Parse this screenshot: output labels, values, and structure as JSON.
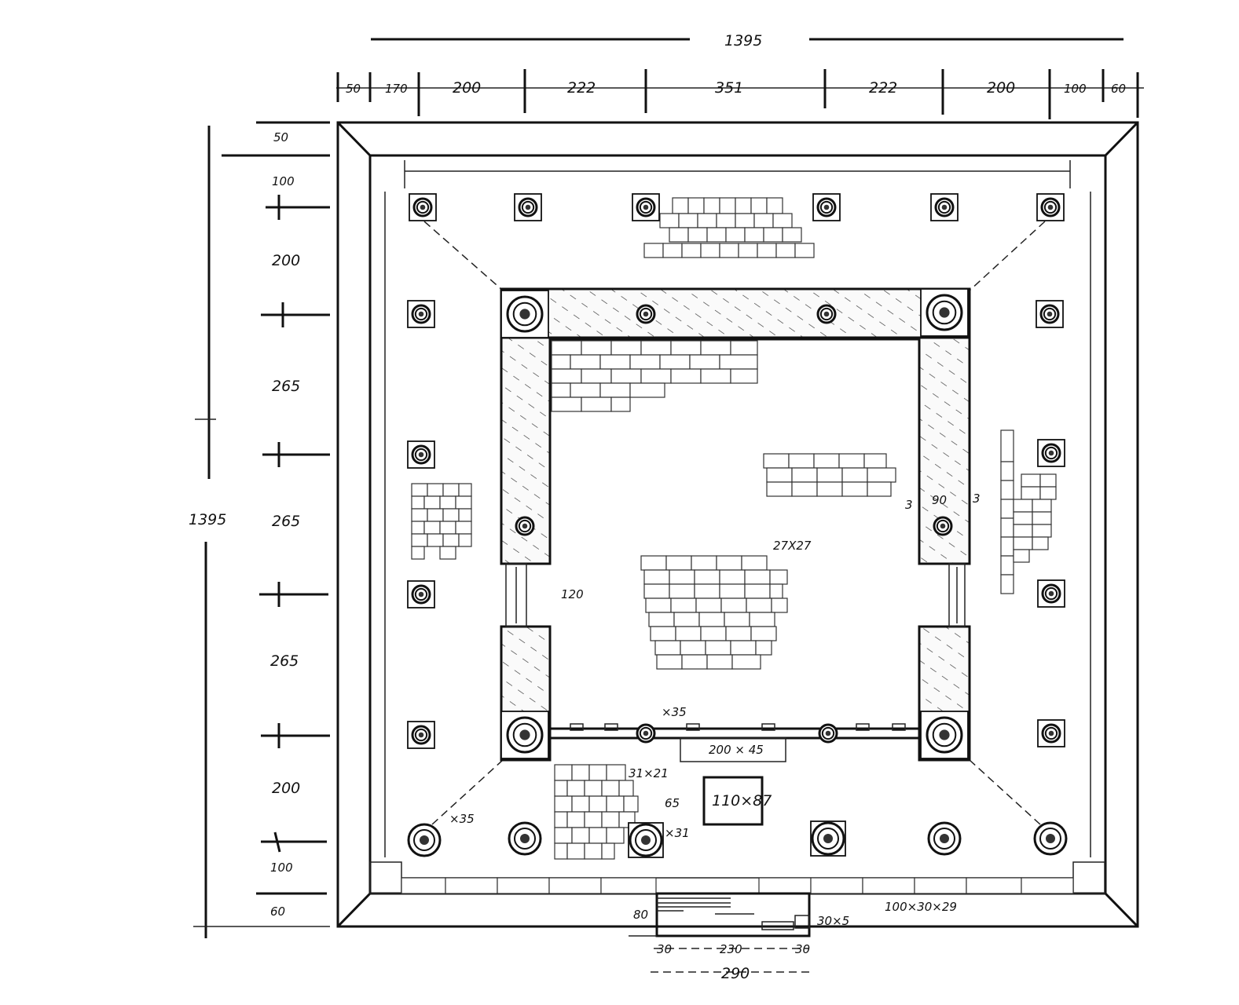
{
  "diagram": {
    "overall_top": "1395",
    "overall_left": "1395",
    "top_segments": [
      "50",
      "170",
      "200",
      "222",
      "351",
      "222",
      "200",
      "100",
      "60"
    ],
    "left_segments": [
      "50",
      "100",
      "200",
      "265",
      "265",
      "265",
      "200",
      "100",
      "60"
    ],
    "notes": {
      "wall_width": "90",
      "wall_gap_a": "3",
      "wall_gap_b": "3",
      "floor_tile": "27X27",
      "door_opening": "120",
      "threshold": "200 × 45",
      "altar": "110×87",
      "base_a": "65",
      "base_b": "×31",
      "base_c": "×35",
      "base_d": "×35",
      "brick_note": "31×21",
      "edge_brick": "100×30×29",
      "step_note": "30×5",
      "step_depth": "80",
      "step_left": "30",
      "step_mid": "230",
      "step_right": "30",
      "step_total": "290"
    }
  }
}
